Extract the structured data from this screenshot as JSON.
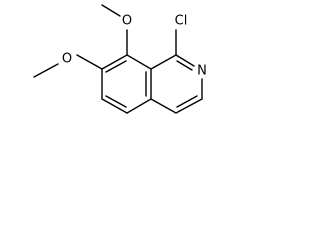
{
  "molecule": {
    "atoms": {
      "chlorine": "Cl",
      "nitrogen": "N",
      "oxygen_top": "O",
      "oxygen_left": "O"
    }
  }
}
